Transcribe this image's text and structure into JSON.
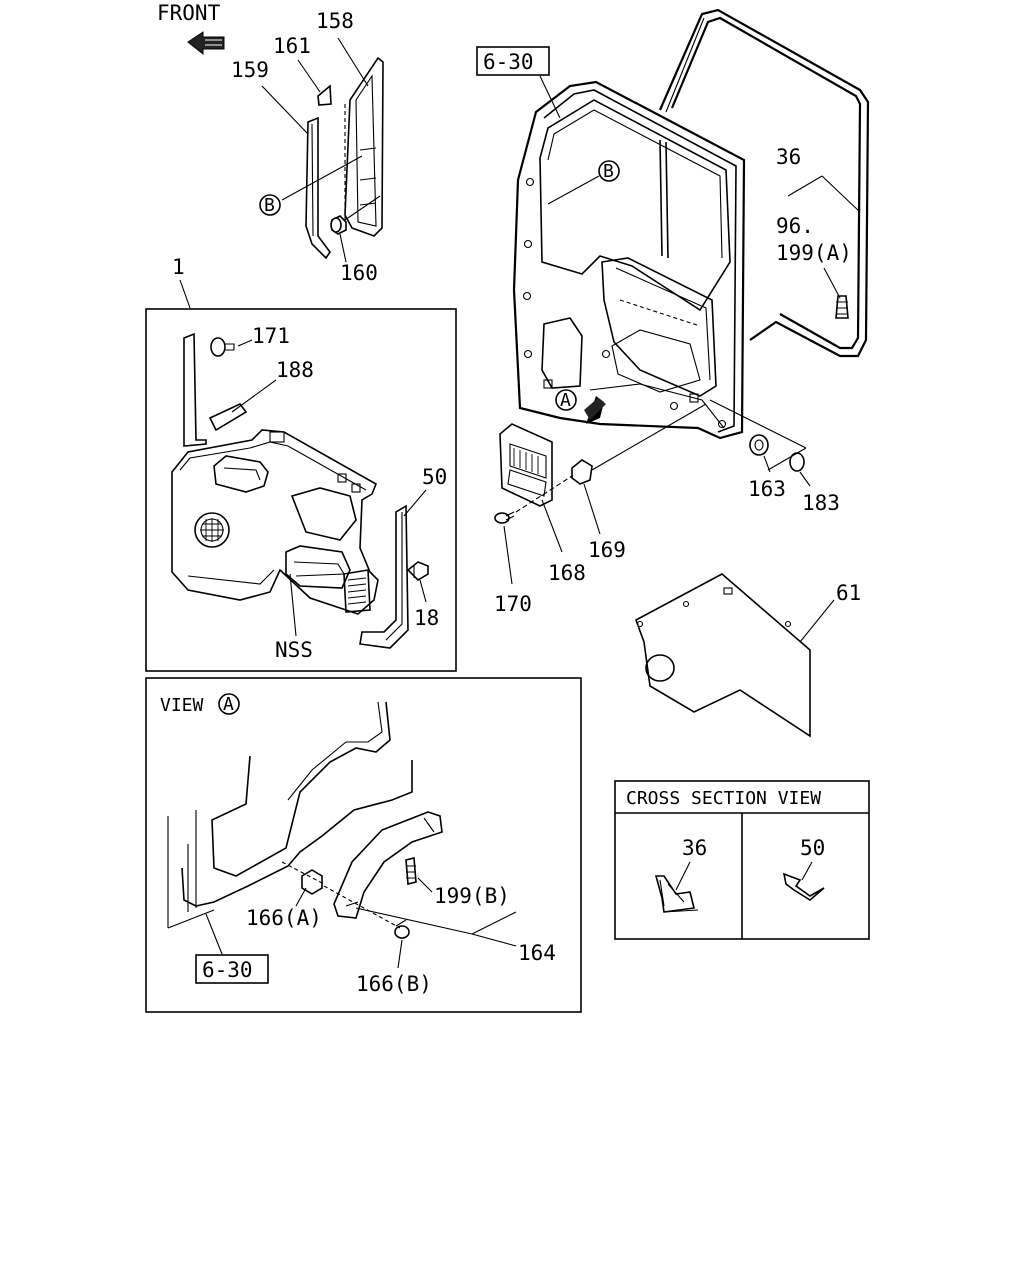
{
  "diagram": {
    "front_label": "FRONT",
    "callouts": {
      "c158": "158",
      "c161": "161",
      "c159": "159",
      "c160": "160",
      "c1": "1",
      "c171": "171",
      "c188": "188",
      "c50": "50",
      "c18": "18",
      "cNSS": "NSS",
      "c630a": "6-30",
      "c36": "36",
      "c96": "96.",
      "c199a": "199(A)",
      "c163": "163",
      "c183": "183",
      "c169": "169",
      "c168": "168",
      "c170": "170",
      "c61": "61",
      "circleB": "B",
      "circleA": "A"
    },
    "view_panel": {
      "title": "VIEW",
      "c199b": "199(B)",
      "c166a": "166(A)",
      "c166b": "166(B)",
      "c164": "164",
      "c630b": "6-30"
    },
    "cross_section": {
      "title": "CROSS SECTION VIEW",
      "left_label": "36",
      "right_label": "50"
    },
    "icons": [
      "front-arrow-icon",
      "view-arrow-icon"
    ]
  }
}
